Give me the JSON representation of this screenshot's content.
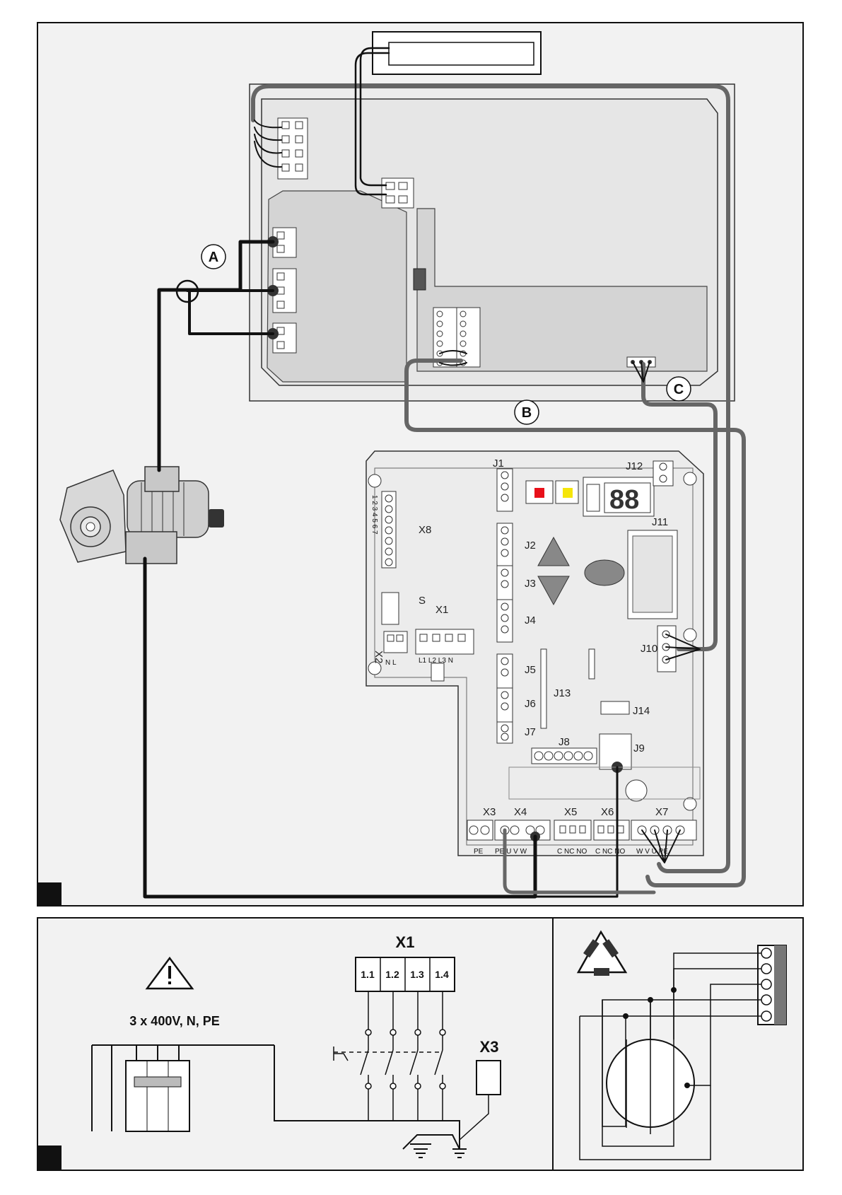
{
  "top_panel": {
    "callout_a": "A",
    "callout_b": "B",
    "callout_c": "C",
    "board_labels": {
      "j1": "J1",
      "j2": "J2",
      "j3": "J3",
      "j4": "J4",
      "j5": "J5",
      "j6": "J6",
      "j7": "J7",
      "j8": "J8",
      "j9": "J9",
      "j10": "J10",
      "j11": "J11",
      "j12": "J12",
      "j13": "J13",
      "j14": "J14",
      "x1": "X1",
      "x2": "X2",
      "x3": "X3",
      "x4": "X4",
      "x5": "X5",
      "x6": "X6",
      "x7": "X7",
      "x8": "X8",
      "s": "S",
      "x8_pins": "1 2 3 4 5 6 7",
      "x2_pins": "N L",
      "x1_pins": "L1 L2 L3 N",
      "x3_pins": "PE",
      "x4_pins": "PE U V W",
      "x5_pins": "C NC NO",
      "x6_pins": "C NC NO",
      "x7_pins": "W V U PE"
    }
  },
  "bottom_left_panel": {
    "supply_label": "3 x 400V, N, PE",
    "x1_title": "X1",
    "x1_terminals": [
      "1.1",
      "1.2",
      "1.3",
      "1.4"
    ],
    "x3_title": "X3"
  },
  "colors": {
    "line": "#1a1a1a",
    "panel_bg": "#f2f2f2",
    "board_bg": "#e0e0e0",
    "cable_gray": "#666666",
    "led_red": "#e8101a",
    "led_yellow": "#f5e50a"
  }
}
